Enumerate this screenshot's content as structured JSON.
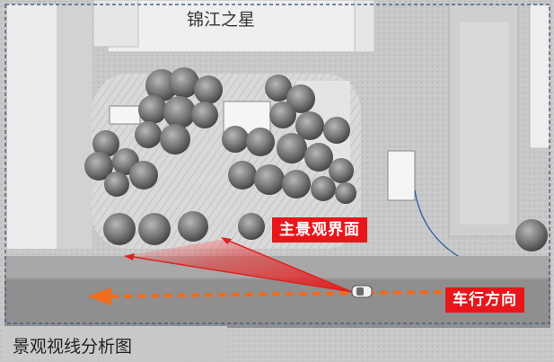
{
  "map": {
    "title": "锦江之星",
    "main_view_label": "主景观界面",
    "direction_label": "车行方向",
    "caption": "景观视线分析图",
    "colors": {
      "highlight_red": "#e8161b",
      "travel_arrow": "#f26a1b",
      "sightline": "#e02020",
      "road": "#8f8f8f",
      "curve_line": "#2a5fa6",
      "frame_dash": "#4a5f8a"
    },
    "icons": [
      "car-icon",
      "tree-icons",
      "building-blocks"
    ]
  }
}
